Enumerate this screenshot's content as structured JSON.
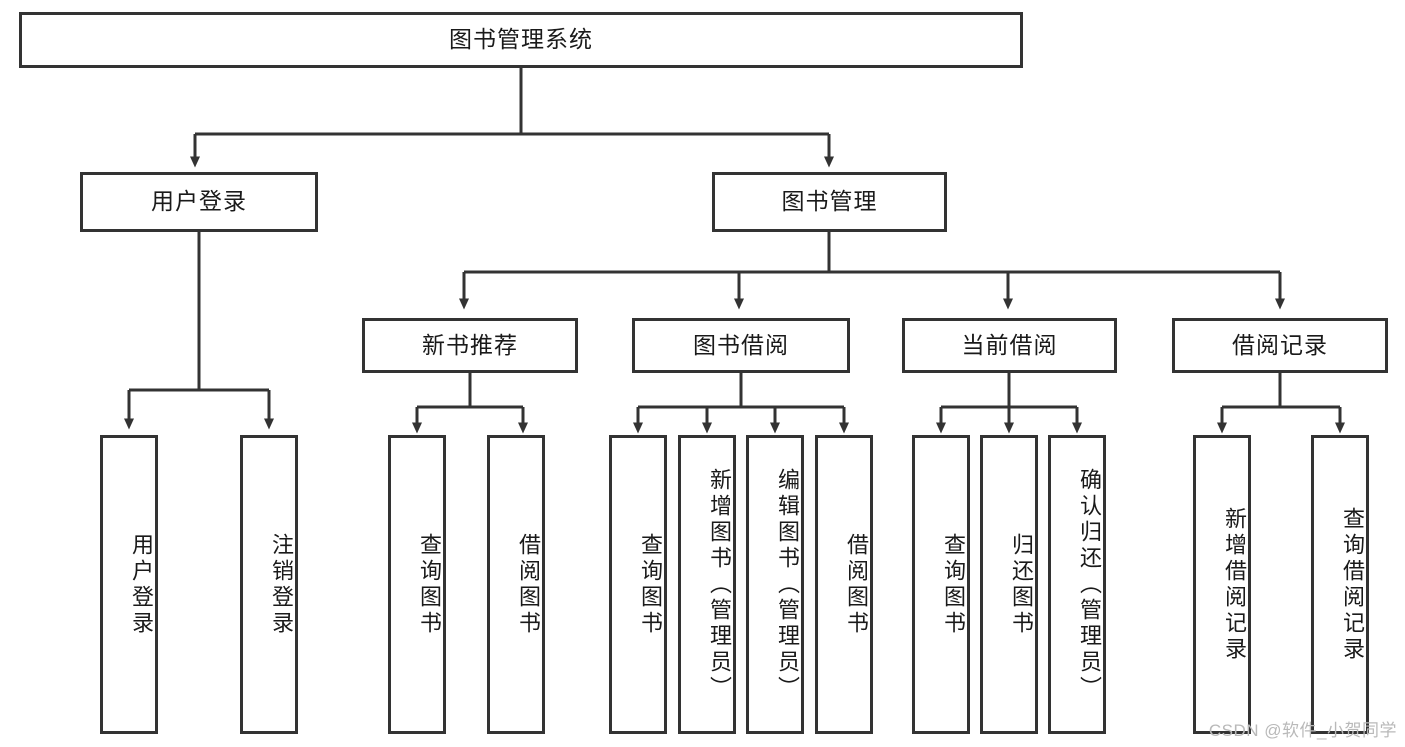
{
  "diagram": {
    "type": "hierarchy-tree",
    "title": "图书管理系统",
    "watermark": "CSDN @软件_小贺同学",
    "colors": {
      "stroke": "#333333",
      "box_fill": "#ffffff",
      "text": "#1a1a1a",
      "watermark": "#b9b9b9",
      "background": "#ffffff"
    },
    "root": {
      "label": "图书管理系统",
      "orientation": "horizontal"
    },
    "level2": [
      {
        "label": "用户登录",
        "orientation": "horizontal"
      },
      {
        "label": "图书管理",
        "orientation": "horizontal"
      }
    ],
    "level3": [
      {
        "label": "新书推荐",
        "orientation": "horizontal"
      },
      {
        "label": "图书借阅",
        "orientation": "horizontal"
      },
      {
        "label": "当前借阅",
        "orientation": "horizontal"
      },
      {
        "label": "借阅记录",
        "orientation": "horizontal"
      }
    ],
    "leaves": {
      "user_login": [
        {
          "label": "用户登录"
        },
        {
          "label": "注销登录"
        }
      ],
      "new_book_recommend": [
        {
          "label": "查询图书"
        },
        {
          "label": "借阅图书"
        }
      ],
      "book_borrow": [
        {
          "label": "查询图书"
        },
        {
          "label": "新增图书（管理员）"
        },
        {
          "label": "编辑图书（管理员）"
        },
        {
          "label": "借阅图书"
        }
      ],
      "current_borrow": [
        {
          "label": "查询图书"
        },
        {
          "label": "归还图书"
        },
        {
          "label": "确认归还（管理员）"
        }
      ],
      "borrow_record": [
        {
          "label": "新增借阅记录"
        },
        {
          "label": "查询借阅记录"
        }
      ]
    }
  }
}
